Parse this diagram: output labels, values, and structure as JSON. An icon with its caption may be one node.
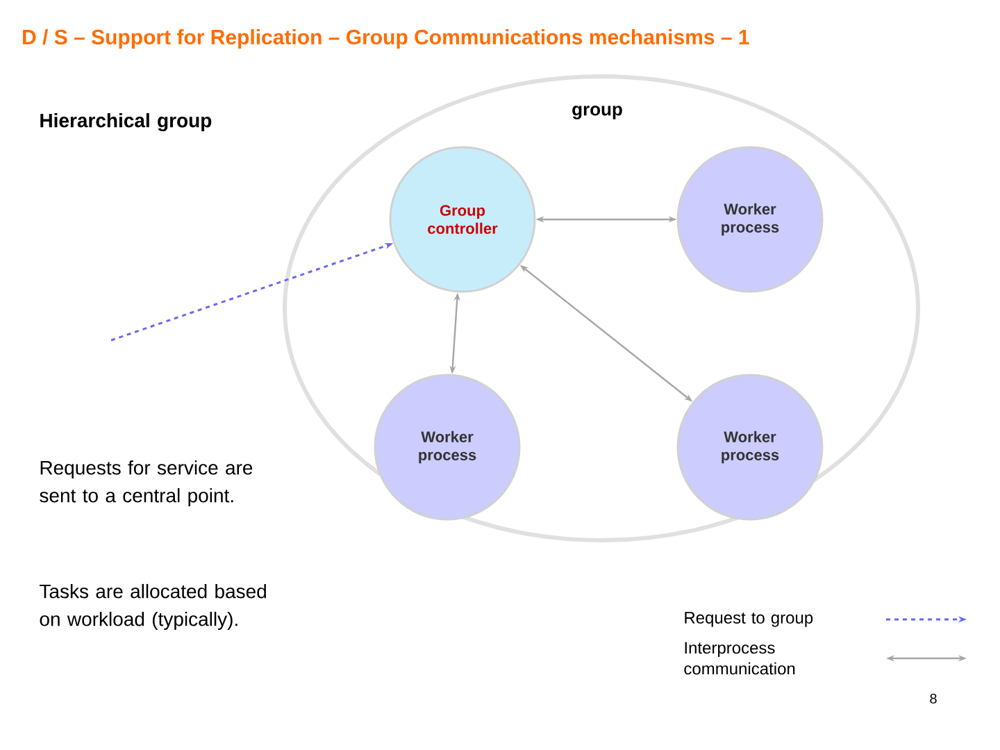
{
  "diagram": {
    "title": "D / S – Support for Replication – Group Communications mechanisms – 1",
    "nodes": [
      {
        "text": [
          "group"
        ]
      },
      {
        "text": [
          "Group controller"
        ],
        "in": 0
      },
      {
        "text": [
          "Worker process"
        ],
        "in": 0
      },
      {
        "text": [
          "Worker process"
        ],
        "in": 0
      },
      {
        "text": [
          "Worker process"
        ],
        "in": 0
      }
    ],
    "edges": [
      {
        "from": null,
        "to": 1,
        "arrow": "to",
        "style": "dashed",
        "color": "#6a6af0"
      },
      {
        "from": 1,
        "to": 2,
        "arrow": "both"
      },
      {
        "from": 1,
        "to": 3,
        "arrow": "both"
      },
      {
        "from": 1,
        "to": 4,
        "arrow": "both"
      }
    ],
    "labels": [
      "Hierarchical group",
      "Requests for service are sent to a central point.",
      "Tasks are allocated based on workload (typically).",
      "8"
    ],
    "legend": [
      {
        "text": "Request to group"
      },
      {
        "text": "Interprocess communication"
      }
    ]
  }
}
